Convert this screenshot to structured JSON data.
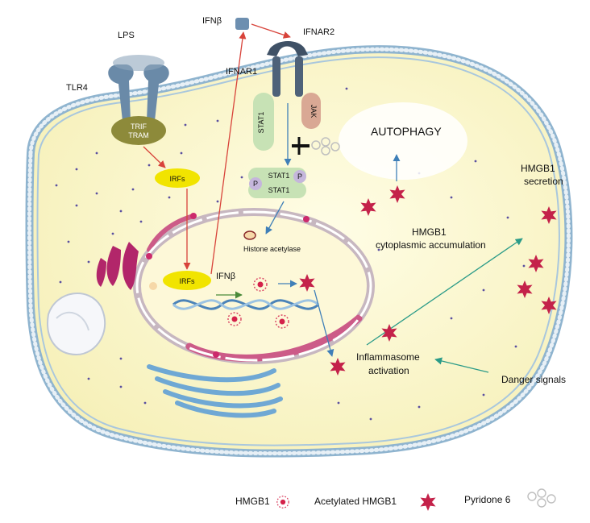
{
  "labels": {
    "lps": "LPS",
    "tlr4": "TLR4",
    "ifnb_top": "IFNβ",
    "ifnar2": "IFNAR2",
    "ifnar1": "IFNAR1",
    "trif": "TRIF",
    "tram": "TRAM",
    "irfs_cyto": "IRFs",
    "irfs_nuc": "IRFs",
    "ifnb_nuc": "IFNβ",
    "stat1_receptor": "STAT1",
    "jak": "JAK",
    "stat1_top": "STAT1",
    "stat1_bottom": "STAT1",
    "p_left": "P",
    "p_right": "P",
    "histone": "Histone acetylase",
    "autophagy": "AUTOPHAGY",
    "hmgb1_cyto": "HMGB1",
    "cyto_accum": "cytoplasmic accumulation",
    "hmgb1_secretion_1": "HMGB1",
    "hmgb1_secretion_2": "secretion",
    "inflammasome_1": "Inflammasome",
    "inflammasome_2": "activation",
    "danger": "Danger signals"
  },
  "legend": {
    "hmgb1": "HMGB1",
    "acetylated": "Acetylated HMGB1",
    "pyridone": "Pyridone 6"
  },
  "colors": {
    "membrane": "#9cc0d8",
    "membrane_bead": "#c9dcea",
    "cytoplasm": "#fbf8cf",
    "nucleus": "#fdf8d8",
    "star": "#c4224a",
    "receptor": "#6a8aa8",
    "adaptor": "#8d8a3a",
    "irf": "#f1e400",
    "stat": "#c7e2b5",
    "jak": "#d9a894",
    "arrow_red": "#d8433a",
    "arrow_blue": "#3f7fb8",
    "arrow_teal": "#2b9b88",
    "golgi": "#7fb6d8",
    "mito": "#b2266a"
  }
}
